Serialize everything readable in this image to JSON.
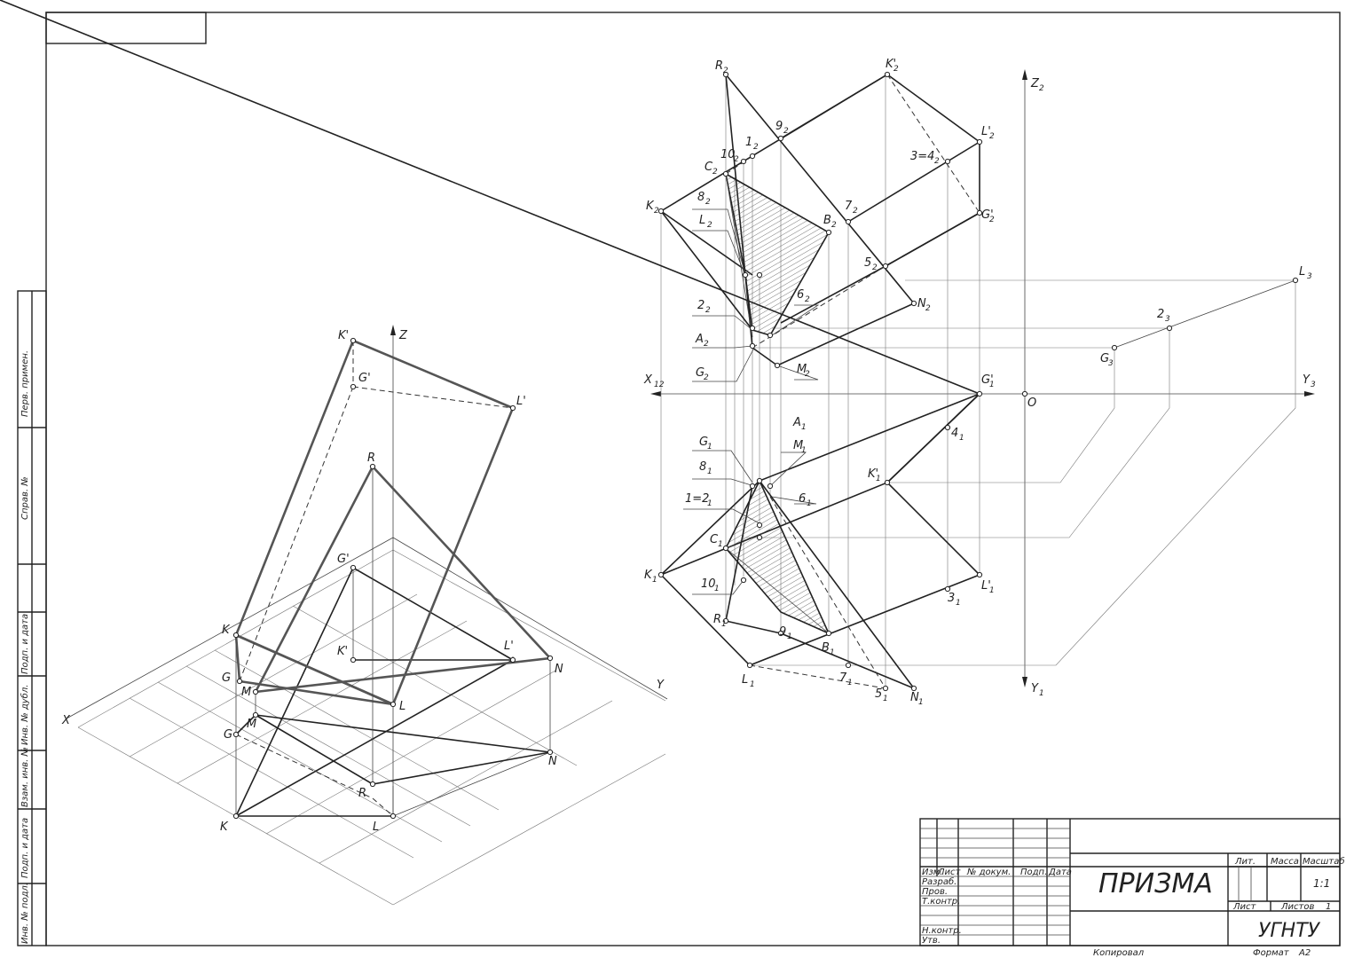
{
  "title_block": {
    "title": "ПРИЗМА",
    "organization": "УГНТУ",
    "scale": "1:1",
    "sheet": "Лист",
    "sheets": "Листов",
    "sheets_count": "1",
    "lit": "Лит.",
    "mass": "Масса",
    "scale_label": "Масштаб",
    "rows": [
      "Изм.",
      "Лист",
      "№ докум.",
      "Подп.",
      "Дата"
    ],
    "roles": [
      "Разраб.",
      "Пров.",
      "Т.контр.",
      "Н.контр.",
      "Утв."
    ],
    "copied": "Копировал",
    "format_label": "Формат",
    "format": "A2"
  },
  "side_stamps": [
    "Перв. примен.",
    "Справ. №",
    "Подп. и дата",
    "Инв. № дубл.",
    "Взам. инв. №",
    "Подп. и дата",
    "Инв. № подл."
  ],
  "iso_labels": {
    "Kp": "K'",
    "Gp": "G'",
    "Lp": "L'",
    "R": "R",
    "Z": "Z",
    "G1p": "G'",
    "K": "K",
    "K1p": "K'",
    "L1p": "L'",
    "N": "N",
    "G": "G",
    "M": "M",
    "L": "L",
    "Y": "Y",
    "X": "X",
    "G1": "G",
    "M1": "M",
    "N1": "N",
    "R1": "R",
    "K1": "K",
    "L1": "L"
  },
  "ortho_labels": {
    "R2": "R",
    "K2p": "K'",
    "Z2": "Z",
    "n9_2": "9",
    "L2p": "L'",
    "n10_2": "10",
    "n1_2": "1",
    "C2": "C",
    "n34_2": "3=4",
    "K2": "K",
    "n8_2": "8",
    "L2": "L",
    "B2": "B",
    "n7_2": "7",
    "G2p": "G'",
    "n5_2": "5",
    "L3": "L",
    "N2": "N",
    "n2_2": "2",
    "n6_2": "6",
    "n2_3": "2",
    "A2": "A",
    "G3": "G",
    "G2": "G",
    "M2": "M",
    "X12": "X",
    "G1p": "G'",
    "O": "O",
    "Y3": "Y",
    "A1": "A",
    "G1": "G",
    "M1": "M",
    "n4_1": "4",
    "n8_1": "8",
    "K1p": "K'",
    "n12_1": "1=2",
    "n6_1": "6",
    "C1": "C",
    "K1": "K",
    "L1p": "L'",
    "n10_1": "10",
    "n3_1": "3",
    "R1": "R",
    "n9_1": "9",
    "B1": "B",
    "L1": "L",
    "n7_1": "7",
    "n5_1": "5",
    "N1": "N",
    "Y1": "Y"
  }
}
